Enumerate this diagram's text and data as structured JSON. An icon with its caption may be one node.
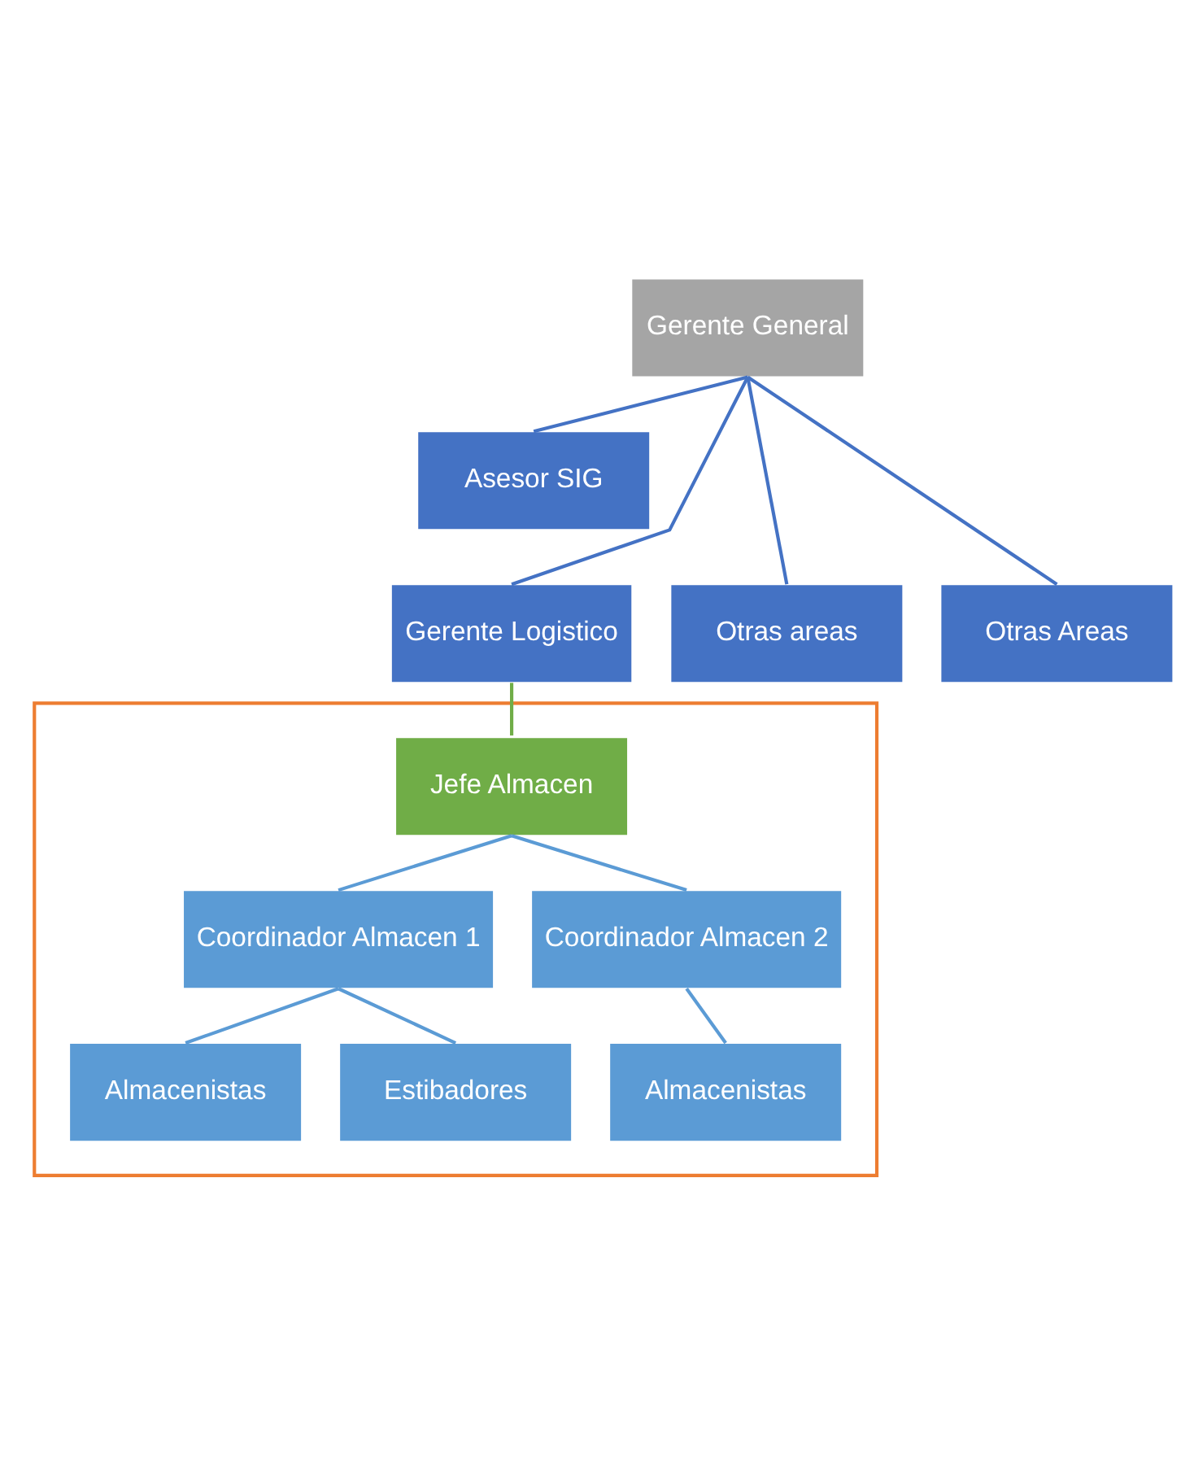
{
  "diagram": {
    "nodes": [
      {
        "text": [
          "Gerente General"
        ]
      },
      {
        "text": [
          "Asesor SIG"
        ]
      },
      {
        "text": [
          "Gerente Logistico"
        ]
      },
      {
        "text": [
          "Otras areas"
        ]
      },
      {
        "text": [
          "Otras Areas"
        ]
      },
      {
        "text": [],
        "shape": "box"
      },
      {
        "text": [
          "Jefe Almacen"
        ],
        "in": 5
      },
      {
        "text": [
          "Coordinador Almacen 1"
        ],
        "in": 5
      },
      {
        "text": [
          "Coordinador Almacen 2"
        ],
        "in": 5
      },
      {
        "text": [
          "Almacenistas"
        ],
        "in": 5
      },
      {
        "text": [
          "Almacenistas"
        ],
        "in": 5
      },
      {
        "text": [
          "Estibadores"
        ],
        "in": 5
      }
    ],
    "edges": [
      {
        "from": 0,
        "to": 1,
        "arrow": "none",
        "color": "#4472c4"
      },
      {
        "from": 0,
        "to": 2,
        "arrow": "none",
        "color": "#4472c4"
      },
      {
        "from": 0,
        "to": 3,
        "arrow": "none",
        "color": "#4472c4"
      },
      {
        "from": 0,
        "to": 4,
        "arrow": "none",
        "color": "#4472c4"
      },
      {
        "from": 2,
        "to": 6,
        "arrow": "none",
        "color": "#70ad47"
      },
      {
        "from": 6,
        "to": 7,
        "arrow": "none"
      },
      {
        "from": 6,
        "to": 8,
        "arrow": "none"
      },
      {
        "from": 7,
        "to": 9,
        "arrow": "none"
      },
      {
        "from": 8,
        "to": 10,
        "arrow": "none"
      },
      {
        "from": 7,
        "to": 11,
        "arrow": "none"
      }
    ]
  }
}
